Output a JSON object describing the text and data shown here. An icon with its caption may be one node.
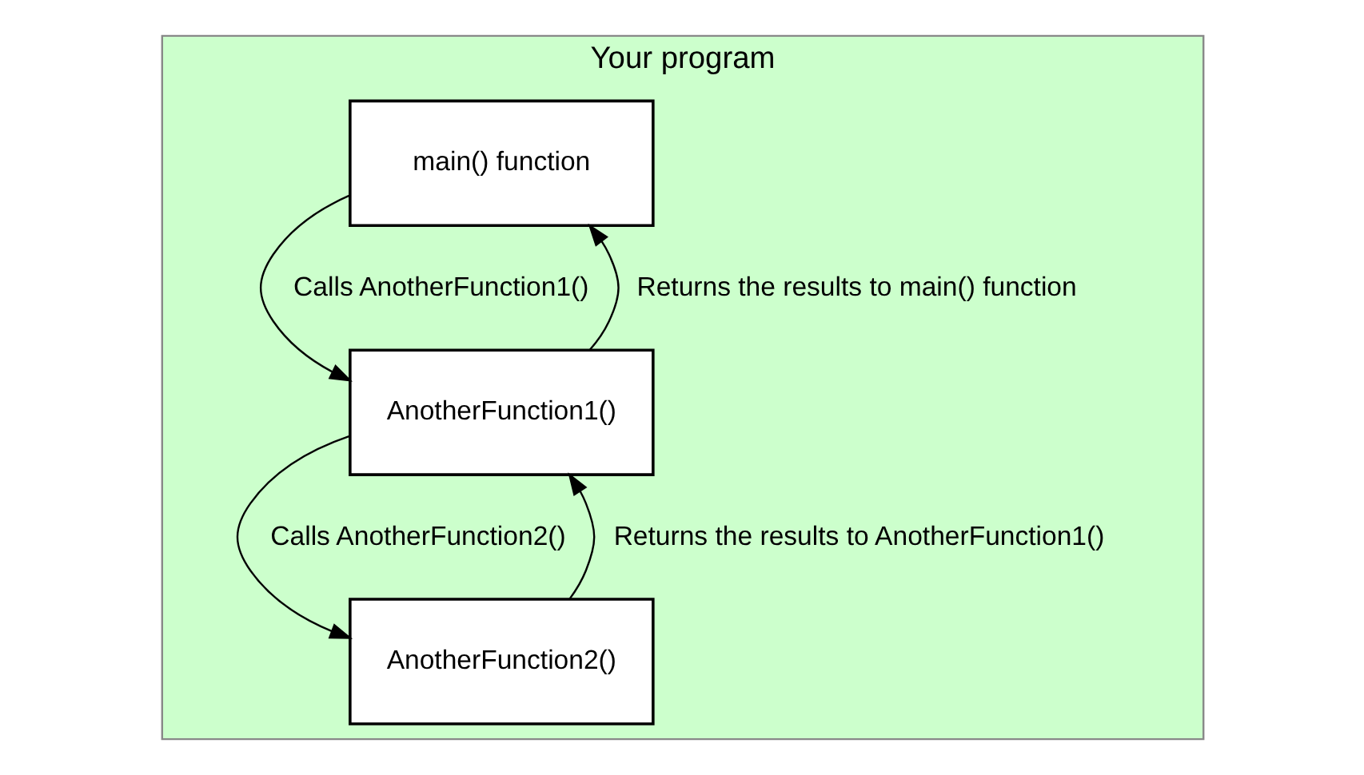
{
  "diagram": {
    "nodes": [
      {
        "text": [
          "Your program"
        ]
      },
      {
        "text": [
          "main() function"
        ],
        "in": 0
      },
      {
        "text": [
          "AnotherFunction1()"
        ],
        "in": 0
      },
      {
        "text": [
          "AnotherFunction2()"
        ],
        "in": 0
      }
    ],
    "edges": [
      {
        "from": 1,
        "to": 2,
        "arrow": "to",
        "label": "Calls AnotherFunction1()"
      },
      {
        "from": 2,
        "to": 1,
        "arrow": "to",
        "label": "Returns the results to main() function"
      },
      {
        "from": 2,
        "to": 3,
        "arrow": "to",
        "label": "Calls AnotherFunction2()"
      },
      {
        "from": 3,
        "to": 2,
        "arrow": "to",
        "label": "Returns the results to AnotherFunction1()"
      }
    ]
  }
}
